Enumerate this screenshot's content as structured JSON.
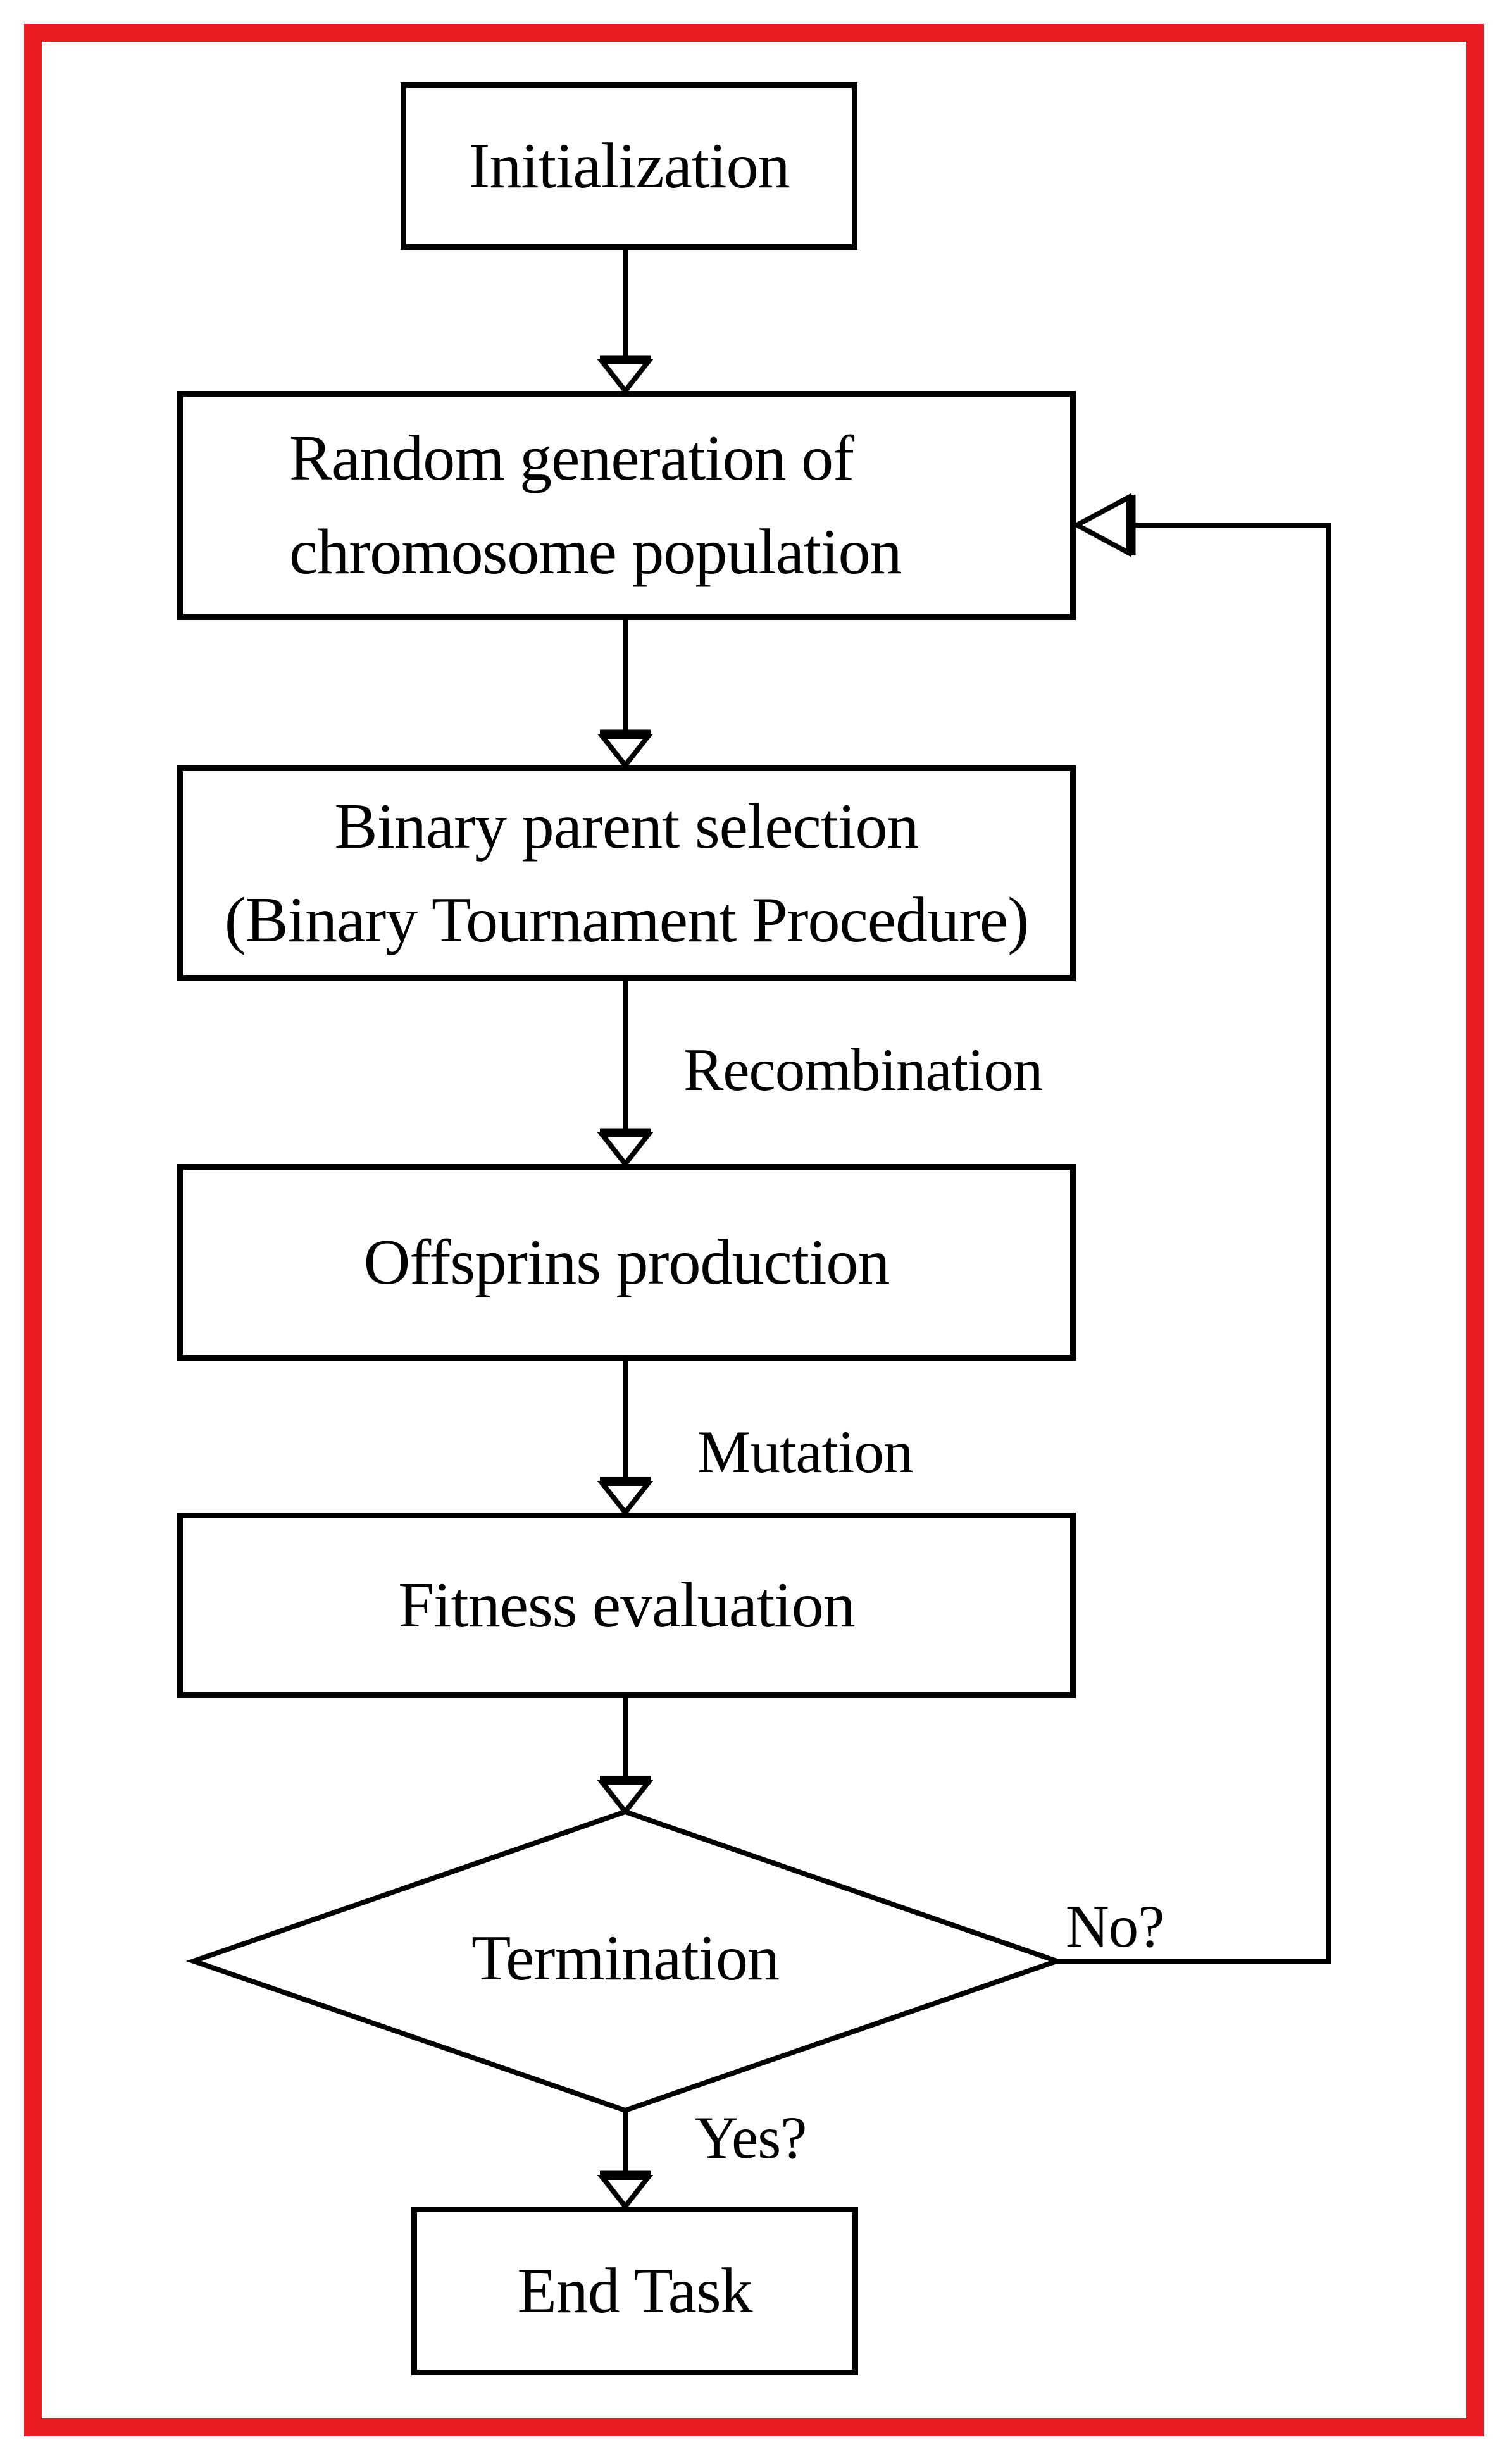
{
  "figure": {
    "type": "flowchart",
    "title": "Genetic algorithm flowchart",
    "frame_color": "#ec1c24",
    "line_color": "#000000",
    "background_color": "#ffffff"
  },
  "flowchart": {
    "nodes": {
      "initialization": {
        "label": "Initialization",
        "shape": "rectangle"
      },
      "random_generation": {
        "line1": "Random generation of",
        "line2": "chromosome population",
        "shape": "rectangle"
      },
      "binary_selection": {
        "line1": "Binary parent selection",
        "line2": "(Binary Tournament Procedure)",
        "shape": "rectangle"
      },
      "offspring_production": {
        "label": "Offsprins production",
        "shape": "rectangle"
      },
      "fitness_evaluation": {
        "label": "Fitness evaluation",
        "shape": "rectangle"
      },
      "termination": {
        "label": "Termination",
        "shape": "diamond"
      },
      "end_task": {
        "label": "End Task",
        "shape": "rectangle"
      }
    },
    "edge_labels": {
      "recombination": "Recombination",
      "mutation": "Mutation",
      "no": "No?",
      "yes": "Yes?"
    },
    "edges": [
      "initialization -> random_generation",
      "random_generation -> binary_selection",
      "binary_selection -> offspring_production (Recombination)",
      "offspring_production -> fitness_evaluation (Mutation)",
      "fitness_evaluation -> termination",
      "termination -> random_generation (No?)",
      "termination -> end_task (Yes?)"
    ]
  }
}
